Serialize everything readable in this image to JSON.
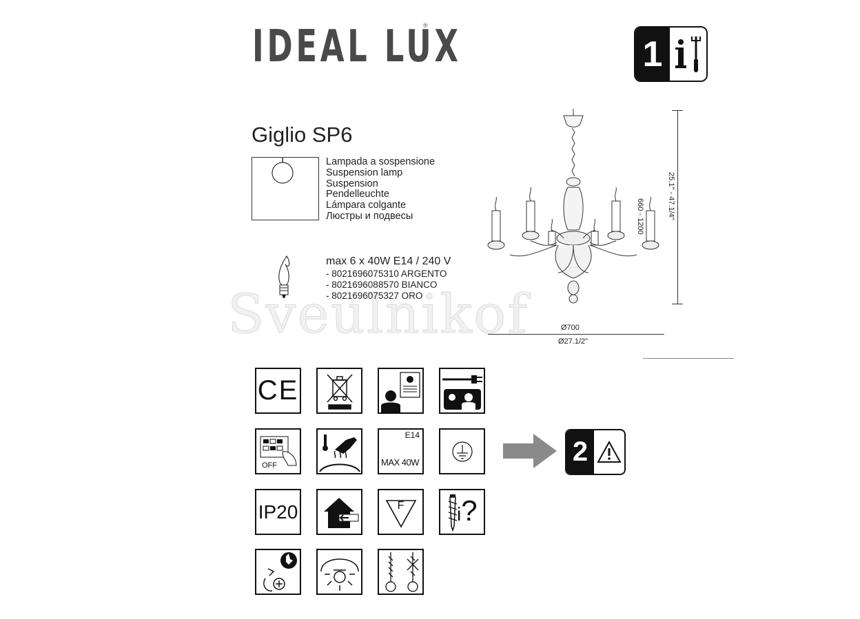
{
  "brand": {
    "name": "IDEAL LUX",
    "registered": "®"
  },
  "badge_1": {
    "number": "1",
    "icon": "info-tools-icon"
  },
  "product": {
    "title": "Giglio SP6",
    "types": [
      "Lampada a sospensione",
      "Suspension lamp",
      "Suspension",
      "Pendelleuchte",
      "Lámpara colgante",
      "Люстры и подвесы"
    ],
    "spec": "max 6 x 40W E14 / 240 V",
    "codes": [
      "- 8021696075310 ARGENTO",
      "- 8021696088570 BIANCO",
      "- 8021696075327 ORO"
    ]
  },
  "dimensions": {
    "height_mm": "660 - 1200",
    "height_in": "25.1\" - 47.1/4\"",
    "diameter_mm": "Ø700",
    "diameter_in": "Ø27.1/2\""
  },
  "icons": {
    "ce": "CE",
    "off": "OFF",
    "e14": "E14",
    "max40w": "MAX 40W",
    "ip20": "IP20",
    "f_mark": "F",
    "question": "?"
  },
  "badge_2": {
    "number": "2",
    "icon": "warning-triangle-icon"
  },
  "watermark": "Sveulnikof",
  "colors": {
    "ink": "#111111",
    "arrow": "#8a8a8a",
    "brand": "#4a4a4a"
  }
}
